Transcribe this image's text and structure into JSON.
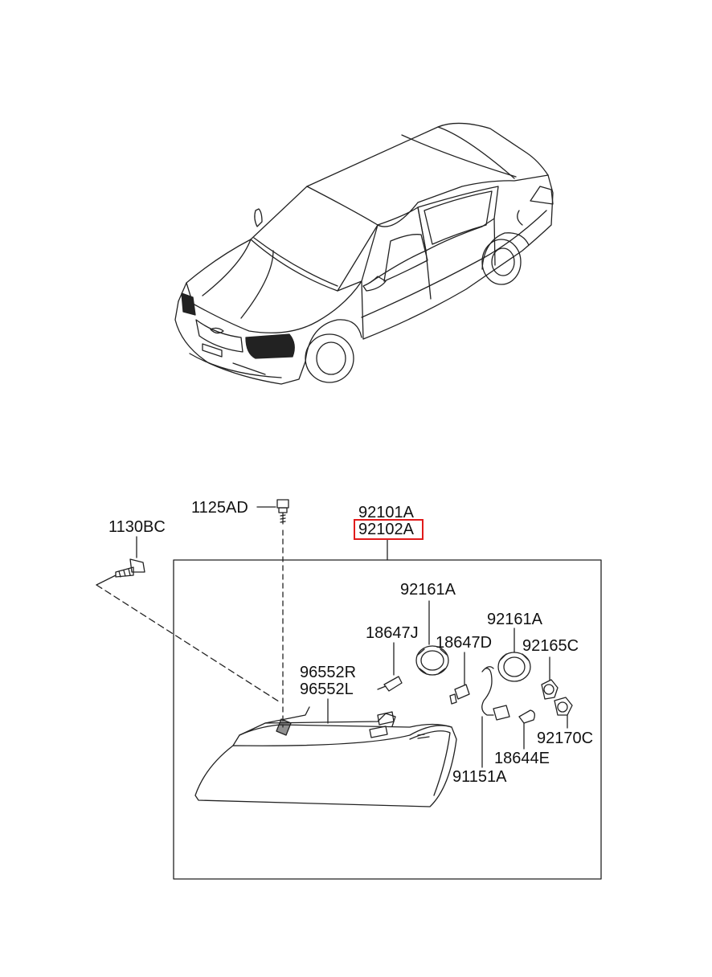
{
  "diagram": {
    "part_labels": {
      "p1125AD": "1125AD",
      "p1130BC": "1130BC",
      "p92101A": "92101A",
      "p92102A": "92102A",
      "p92161A_a": "92161A",
      "p92161A_b": "92161A",
      "p18647J": "18647J",
      "p18647D": "18647D",
      "p92165C": "92165C",
      "p96552R": "96552R",
      "p96552L": "96552L",
      "p92170C": "92170C",
      "p18644E": "18644E",
      "p91151A": "91151A"
    },
    "highlighted_part": "92102A",
    "highlight_color": "#e01b1b",
    "line_color": "#222222"
  }
}
